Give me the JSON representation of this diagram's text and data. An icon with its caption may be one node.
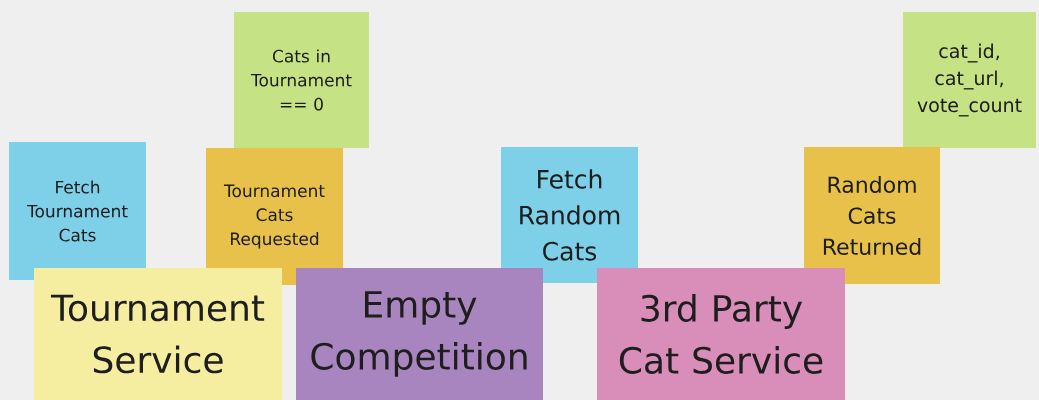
{
  "diagram": {
    "nodes": [
      {
        "text": [
          "Cats in Tournament == 0"
        ]
      },
      {
        "text": [
          "cat_id, cat_url, vote_count"
        ]
      },
      {
        "text": [
          "Fetch Tournament Cats"
        ]
      },
      {
        "text": [
          "Tournament Cats Requested"
        ]
      },
      {
        "text": [
          "Fetch Random Cats"
        ]
      },
      {
        "text": [
          "Random Cats Returned"
        ]
      },
      {
        "text": [
          "Tournament Service"
        ]
      },
      {
        "text": [
          "Empty Competition"
        ]
      },
      {
        "text": [
          "3rd Party Cat Service"
        ]
      }
    ]
  }
}
